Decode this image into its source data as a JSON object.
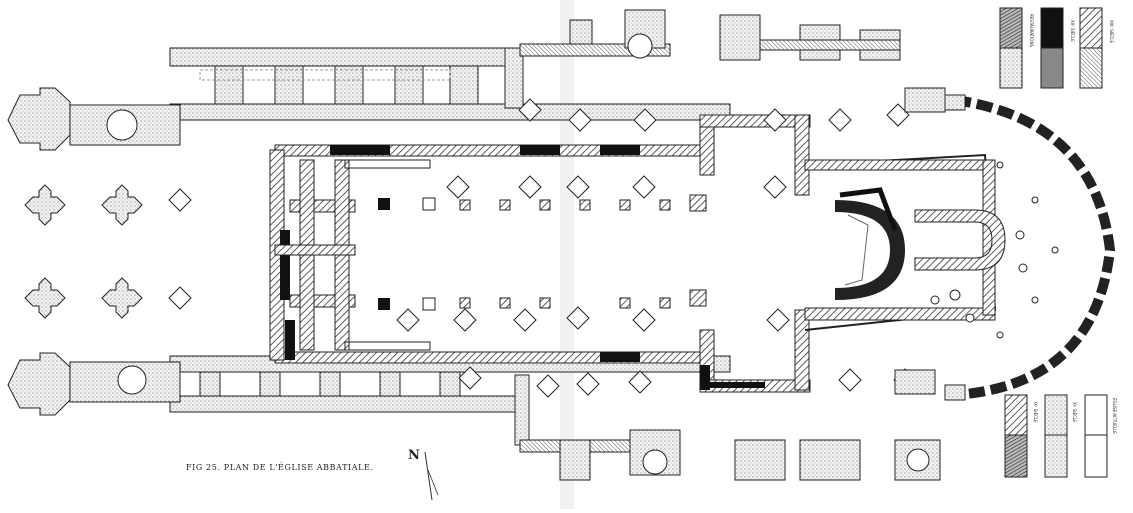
{
  "figure": {
    "caption": "FIG 25. PLAN DE L'ÉGLISE ABBATIALE.",
    "north_label": "N"
  },
  "legend_top": {
    "labels": [
      "RESTAURATIONS",
      "XIIᵉ SIÈCLE",
      "XIIIᵉ SIÈCLE"
    ]
  },
  "legend_bottom": {
    "labels": [
      "IXᵉ SIÈCLE",
      "XIᵉ SIÈCLE",
      "ÉGLISE ACTUELLE"
    ]
  },
  "colors": {
    "paper": "#ffffff",
    "ink": "#1a1a1a",
    "stipple": "#cfcfcf",
    "hatch": "#555555",
    "solid": "#111111"
  }
}
